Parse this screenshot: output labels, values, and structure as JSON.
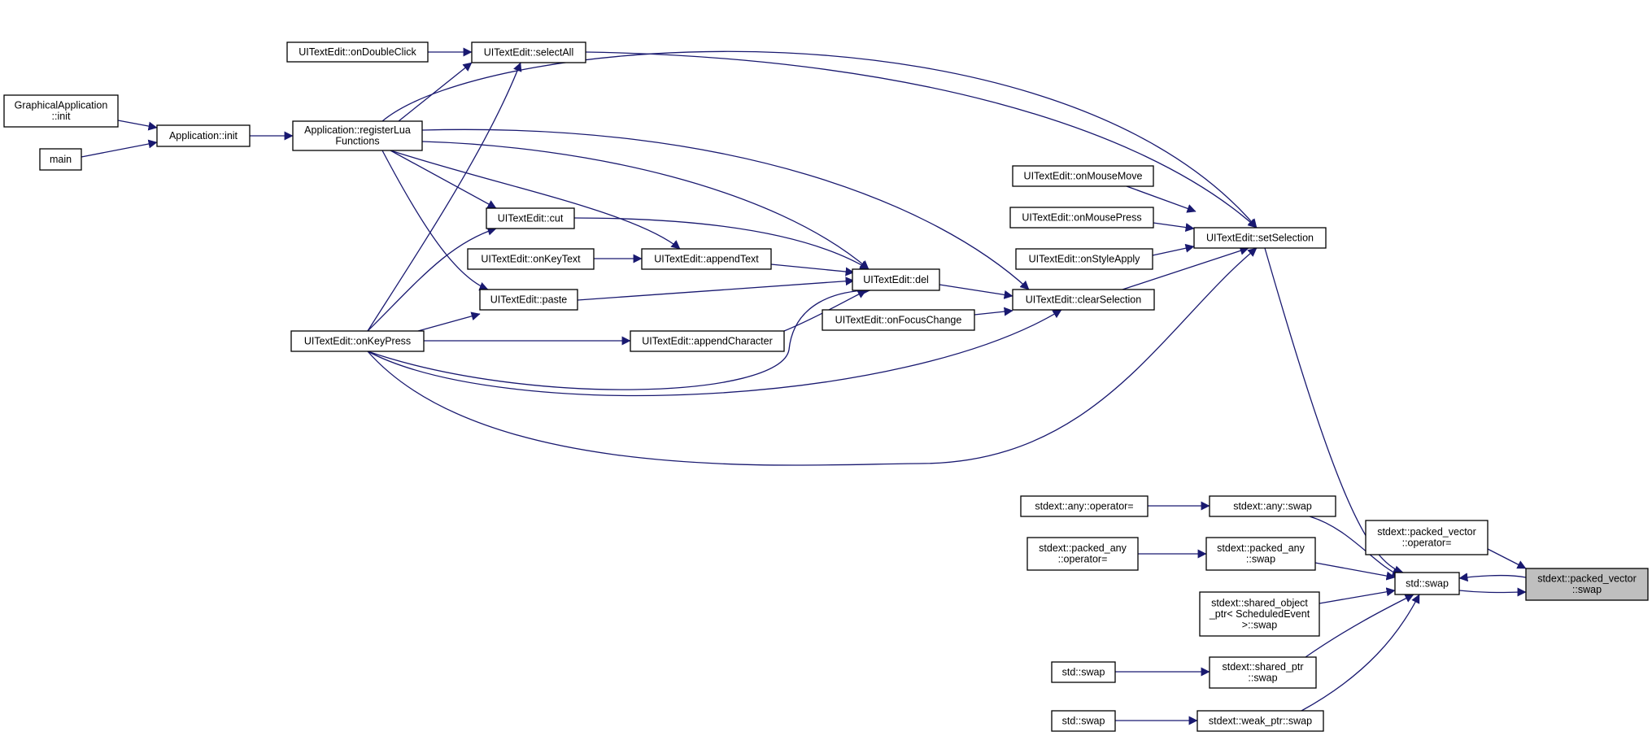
{
  "colors": {
    "edge": "#191970",
    "node_border": "#000000",
    "node_fill": "#ffffff",
    "focus_fill": "#bfbfbf"
  },
  "nodes": [
    {
      "id": "graphical_init",
      "lines": [
        "GraphicalApplication",
        "::init"
      ]
    },
    {
      "id": "main",
      "lines": [
        "main"
      ]
    },
    {
      "id": "app_init",
      "lines": [
        "Application::init"
      ]
    },
    {
      "id": "register_lua",
      "lines": [
        "Application::registerLua",
        "Functions"
      ]
    },
    {
      "id": "on_double_click",
      "lines": [
        "UITextEdit::onDoubleClick"
      ]
    },
    {
      "id": "select_all",
      "lines": [
        "UITextEdit::selectAll"
      ]
    },
    {
      "id": "cut",
      "lines": [
        "UITextEdit::cut"
      ]
    },
    {
      "id": "on_key_text",
      "lines": [
        "UITextEdit::onKeyText"
      ]
    },
    {
      "id": "append_text",
      "lines": [
        "UITextEdit::appendText"
      ]
    },
    {
      "id": "paste",
      "lines": [
        "UITextEdit::paste"
      ]
    },
    {
      "id": "on_key_press",
      "lines": [
        "UITextEdit::onKeyPress"
      ]
    },
    {
      "id": "append_character",
      "lines": [
        "UITextEdit::appendCharacter"
      ]
    },
    {
      "id": "del",
      "lines": [
        "UITextEdit::del"
      ]
    },
    {
      "id": "on_focus_change",
      "lines": [
        "UITextEdit::onFocusChange"
      ]
    },
    {
      "id": "clear_selection",
      "lines": [
        "UITextEdit::clearSelection"
      ]
    },
    {
      "id": "on_mouse_move",
      "lines": [
        "UITextEdit::onMouseMove"
      ]
    },
    {
      "id": "on_mouse_press",
      "lines": [
        "UITextEdit::onMousePress"
      ]
    },
    {
      "id": "on_style_apply",
      "lines": [
        "UITextEdit::onStyleApply"
      ]
    },
    {
      "id": "set_selection",
      "lines": [
        "UITextEdit::setSelection"
      ]
    },
    {
      "id": "any_operator",
      "lines": [
        "stdext::any::operator="
      ]
    },
    {
      "id": "any_swap",
      "lines": [
        "stdext::any::swap"
      ]
    },
    {
      "id": "packed_any_operator",
      "lines": [
        "stdext::packed_any",
        "::operator="
      ]
    },
    {
      "id": "packed_any_swap",
      "lines": [
        "stdext::packed_any",
        "::swap"
      ]
    },
    {
      "id": "shared_object_swap",
      "lines": [
        "stdext::shared_object",
        "_ptr< ScheduledEvent",
        " >::swap"
      ]
    },
    {
      "id": "std_swap_a",
      "lines": [
        "std::swap"
      ]
    },
    {
      "id": "shared_ptr_swap",
      "lines": [
        "stdext::shared_ptr",
        "::swap"
      ]
    },
    {
      "id": "std_swap_b",
      "lines": [
        "std::swap"
      ]
    },
    {
      "id": "weak_ptr_swap",
      "lines": [
        "stdext::weak_ptr::swap"
      ]
    },
    {
      "id": "packed_vector_operator",
      "lines": [
        "stdext::packed_vector",
        "::operator="
      ]
    },
    {
      "id": "std_swap_main",
      "lines": [
        "std::swap"
      ]
    },
    {
      "id": "packed_vector_swap",
      "lines": [
        "stdext::packed_vector",
        "::swap"
      ],
      "focus": true
    }
  ],
  "edges": [
    {
      "from": "graphical_init",
      "to": "app_init"
    },
    {
      "from": "main",
      "to": "app_init"
    },
    {
      "from": "app_init",
      "to": "register_lua"
    },
    {
      "from": "on_double_click",
      "to": "select_all"
    },
    {
      "from": "register_lua",
      "to": "select_all"
    },
    {
      "from": "on_key_press",
      "to": "select_all"
    },
    {
      "from": "register_lua",
      "to": "cut"
    },
    {
      "from": "on_key_press",
      "to": "cut"
    },
    {
      "from": "register_lua",
      "to": "append_text"
    },
    {
      "from": "on_key_text",
      "to": "append_text"
    },
    {
      "from": "register_lua",
      "to": "paste"
    },
    {
      "from": "on_key_press",
      "to": "paste"
    },
    {
      "from": "on_key_press",
      "to": "append_character"
    },
    {
      "from": "register_lua",
      "to": "del"
    },
    {
      "from": "cut",
      "to": "del"
    },
    {
      "from": "append_text",
      "to": "del"
    },
    {
      "from": "paste",
      "to": "del"
    },
    {
      "from": "append_character",
      "to": "del"
    },
    {
      "from": "on_key_press",
      "to": "del"
    },
    {
      "from": "del",
      "to": "clear_selection"
    },
    {
      "from": "on_focus_change",
      "to": "clear_selection"
    },
    {
      "from": "register_lua",
      "to": "clear_selection"
    },
    {
      "from": "on_key_press",
      "to": "clear_selection"
    },
    {
      "from": "register_lua",
      "to": "set_selection"
    },
    {
      "from": "select_all",
      "to": "set_selection"
    },
    {
      "from": "on_mouse_move",
      "to": "set_selection"
    },
    {
      "from": "on_mouse_press",
      "to": "set_selection"
    },
    {
      "from": "on_style_apply",
      "to": "set_selection"
    },
    {
      "from": "clear_selection",
      "to": "set_selection"
    },
    {
      "from": "on_key_press",
      "to": "set_selection"
    },
    {
      "from": "any_operator",
      "to": "any_swap"
    },
    {
      "from": "packed_any_operator",
      "to": "packed_any_swap"
    },
    {
      "from": "std_swap_a",
      "to": "shared_ptr_swap"
    },
    {
      "from": "std_swap_b",
      "to": "weak_ptr_swap"
    },
    {
      "from": "set_selection",
      "to": "std_swap_main"
    },
    {
      "from": "any_swap",
      "to": "std_swap_main"
    },
    {
      "from": "packed_any_swap",
      "to": "std_swap_main"
    },
    {
      "from": "shared_object_swap",
      "to": "std_swap_main"
    },
    {
      "from": "shared_ptr_swap",
      "to": "std_swap_main"
    },
    {
      "from": "weak_ptr_swap",
      "to": "std_swap_main"
    },
    {
      "from": "packed_vector_swap",
      "to": "std_swap_main"
    },
    {
      "from": "std_swap_main",
      "to": "packed_vector_swap"
    },
    {
      "from": "packed_vector_operator",
      "to": "packed_vector_swap"
    }
  ]
}
